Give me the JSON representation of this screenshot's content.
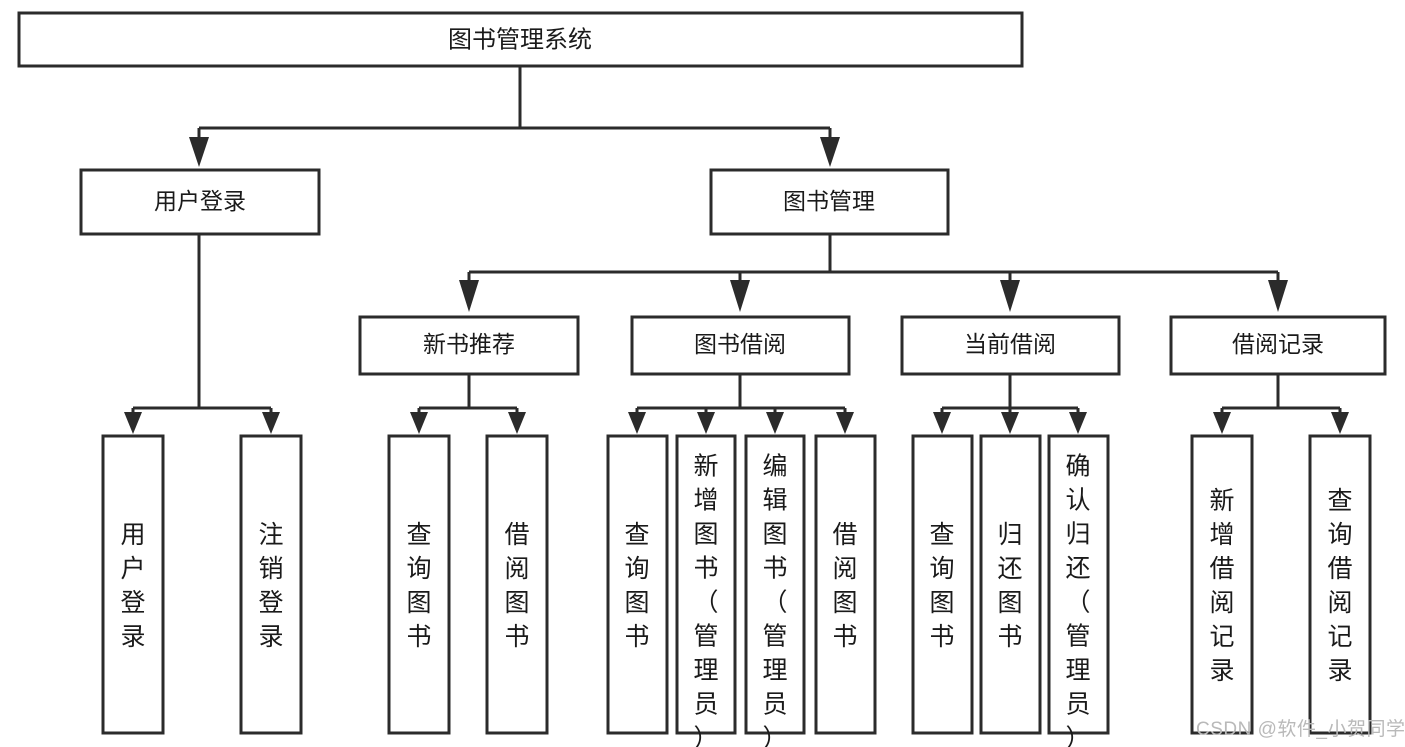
{
  "diagram": {
    "title": "图书管理系统",
    "type": "hierarchy-tree",
    "root": {
      "id": "root",
      "label": "图书管理系统",
      "orientation": "horizontal"
    },
    "level2": [
      {
        "id": "user-login",
        "label": "用户登录",
        "orientation": "horizontal"
      },
      {
        "id": "book-management",
        "label": "图书管理",
        "orientation": "horizontal"
      }
    ],
    "level3": [
      {
        "id": "new-book-recommend",
        "label": "新书推荐",
        "parent": "book-management",
        "orientation": "horizontal"
      },
      {
        "id": "book-borrow",
        "label": "图书借阅",
        "parent": "book-management",
        "orientation": "horizontal"
      },
      {
        "id": "current-borrow",
        "label": "当前借阅",
        "parent": "book-management",
        "orientation": "horizontal"
      },
      {
        "id": "borrow-record",
        "label": "借阅记录",
        "parent": "book-management",
        "orientation": "horizontal"
      }
    ],
    "leaves": [
      {
        "id": "leaf-user-login",
        "label": "用户登录",
        "parent": "user-login",
        "orientation": "vertical",
        "align": "middle"
      },
      {
        "id": "leaf-logout",
        "label": "注销登录",
        "parent": "user-login",
        "orientation": "vertical",
        "align": "middle"
      },
      {
        "id": "leaf-query-book-1",
        "label": "查询图书",
        "parent": "new-book-recommend",
        "orientation": "vertical",
        "align": "middle"
      },
      {
        "id": "leaf-borrow-book-1",
        "label": "借阅图书",
        "parent": "new-book-recommend",
        "orientation": "vertical",
        "align": "middle"
      },
      {
        "id": "leaf-query-book-2",
        "label": "查询图书",
        "parent": "book-borrow",
        "orientation": "vertical",
        "align": "middle"
      },
      {
        "id": "leaf-add-book",
        "label": "新增图书（管理员）",
        "parent": "book-borrow",
        "orientation": "vertical",
        "align": "top"
      },
      {
        "id": "leaf-edit-book",
        "label": "编辑图书（管理员）",
        "parent": "book-borrow",
        "orientation": "vertical",
        "align": "top"
      },
      {
        "id": "leaf-borrow-book-2",
        "label": "借阅图书",
        "parent": "book-borrow",
        "orientation": "vertical",
        "align": "middle"
      },
      {
        "id": "leaf-query-book-3",
        "label": "查询图书",
        "parent": "current-borrow",
        "orientation": "vertical",
        "align": "middle"
      },
      {
        "id": "leaf-return-book",
        "label": "归还图书",
        "parent": "current-borrow",
        "orientation": "vertical",
        "align": "middle"
      },
      {
        "id": "leaf-confirm-return",
        "label": "确认归还（管理员）",
        "parent": "current-borrow",
        "orientation": "vertical",
        "align": "top"
      },
      {
        "id": "leaf-add-record",
        "label": "新增借阅记录",
        "parent": "borrow-record",
        "orientation": "vertical",
        "align": "middle"
      },
      {
        "id": "leaf-query-record",
        "label": "查询借阅记录",
        "parent": "borrow-record",
        "orientation": "vertical",
        "align": "middle"
      }
    ]
  },
  "watermark": {
    "text": "CSDN @软件_小贺同学"
  },
  "colors": {
    "stroke": "#2b2b2b",
    "box_fill": "#ffffff",
    "text": "#1a1a1a",
    "background": "#ffffff",
    "watermark": "#b9b9b9"
  }
}
